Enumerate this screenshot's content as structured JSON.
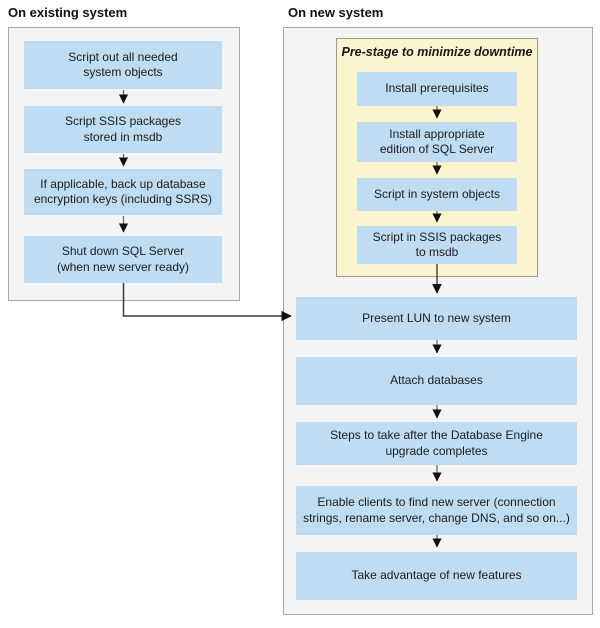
{
  "diagram": {
    "left": {
      "title": "On existing system",
      "steps": [
        "Script out all needed\nsystem objects",
        "Script SSIS packages\nstored in msdb",
        "If applicable, back up database\nencryption keys (including SSRS)",
        "Shut down SQL Server\n(when new server ready)"
      ]
    },
    "right": {
      "title": "On new system",
      "prestage": {
        "title": "Pre-stage to minimize downtime",
        "steps": [
          "Install prerequisites",
          "Install appropriate\nedition of SQL Server",
          "Script in system objects",
          "Script in SSIS packages\nto msdb"
        ]
      },
      "steps": [
        "Present LUN to new system",
        "Attach databases",
        "Steps to take after the Database Engine\nupgrade completes",
        "Enable clients to find new server (connection\nstrings, rename server, change DNS, and so on...)",
        "Take advantage of new features"
      ]
    },
    "colors": {
      "step_fill": "#bfdcf3",
      "panel_fill": "#f4f4f4",
      "panel_border": "#a6a6a6",
      "prestage_fill": "#fbf4ce",
      "arrow_stem": "#6b6b6b",
      "arrow_head": "#111111",
      "connector": "#3a3a3a"
    }
  }
}
